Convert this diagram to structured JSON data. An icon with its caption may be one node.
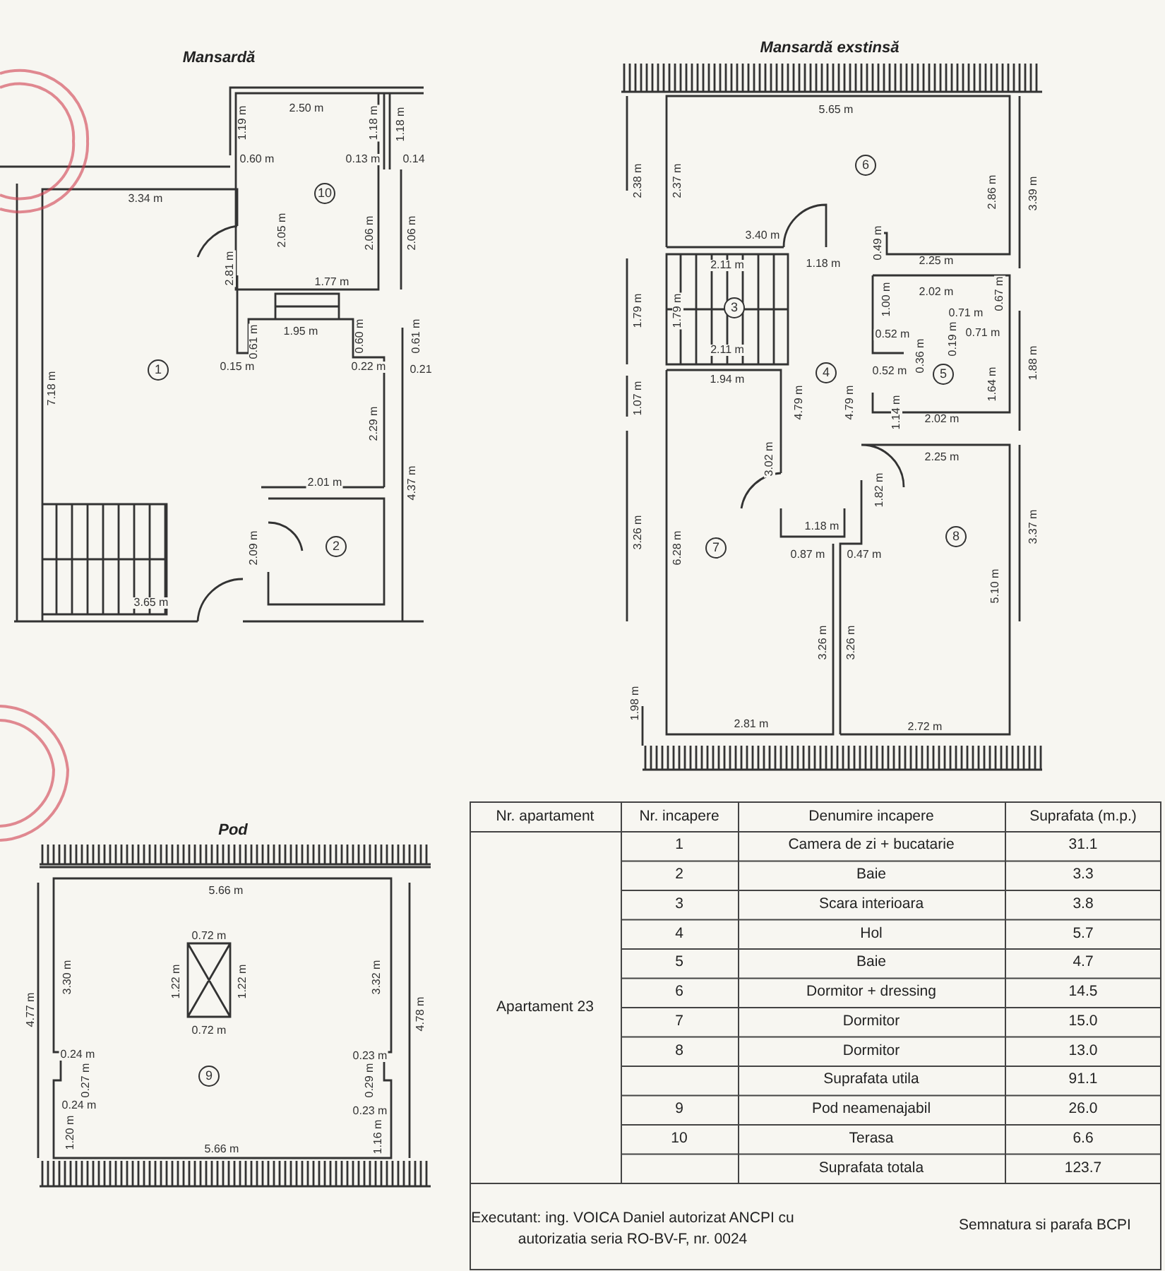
{
  "diagram": {
    "nodes": [
      {
        "text": [
          "Mansardă"
        ]
      },
      {
        "text": [
          "Mansardă exstinsă"
        ]
      },
      {
        "text": [
          "Pod"
        ]
      }
    ],
    "labels": [
      "2.50 m",
      "1.19 m",
      "1.18 m",
      "1.18 m",
      "0.60 m",
      "0.13 m",
      "0.14",
      "10",
      "3.34 m",
      "2.05 m",
      "2.06 m",
      "2.06 m",
      "2.81 m",
      "1.77 m",
      "1.95 m",
      "0.61 m",
      "0.60 m",
      "0.61 m",
      "1",
      "0.15 m",
      "0.22 m",
      "0.21",
      "7.18 m",
      "2.29 m",
      "2.01 m",
      "4.37 m",
      "2",
      "2.09 m",
      "3.65 m",
      "5.65 m",
      "6",
      "2.38 m",
      "2.37 m",
      "2.86 m",
      "3.39 m",
      "3.40 m",
      "0.49 m",
      "2.11 m",
      "1.18 m",
      "2.25 m",
      "1.00 m",
      "2.02 m",
      "0.67 m",
      "3",
      "1.79 m",
      "1.79 m",
      "0.71 m",
      "0.52 m",
      "0.19 m",
      "0.71 m",
      "2.11 m",
      "4",
      "0.52 m",
      "0.36 m",
      "5",
      "1.88 m",
      "1.94 m",
      "1.64 m",
      "1.07 m",
      "4.79 m",
      "4.79 m",
      "1.14 m",
      "2.02 m",
      "2.25 m",
      "3.02 m",
      "1.82 m",
      "1.18 m",
      "3.26 m",
      "3.37 m",
      "8",
      "6.28 m",
      "7",
      "0.87 m",
      "0.47 m",
      "5.10 m",
      "3.26 m",
      "3.26 m",
      "1.98 m",
      "2.81 m",
      "2.72 m",
      "5.66 m",
      "0.72 m",
      "3.30 m",
      "1.22 m",
      "1.22 m",
      "3.32 m",
      "4.77 m",
      "4.78 m",
      "0.72 m",
      "0.24 m",
      "0.23 m",
      "9",
      "0.27 m",
      "0.29 m",
      "0.24 m",
      "0.23 m",
      "1.20 m",
      "1.16 m",
      "5.66 m",
      "Nr. apartament",
      "Nr. incapere",
      "Denumire incapere",
      "Suprafata (m.p.)",
      "Apartament 23",
      "1",
      "Camera de zi + bucatarie",
      "31.1",
      "2",
      "Baie",
      "3.3",
      "3",
      "Scara interioara",
      "3.8",
      "4",
      "Hol",
      "5.7",
      "5",
      "Baie",
      "4.7",
      "6",
      "Dormitor + dressing",
      "14.5",
      "7",
      "Dormitor",
      "15.0",
      "8",
      "Dormitor",
      "13.0",
      "Suprafata utila",
      "91.1",
      "9",
      "Pod neamenajabil",
      "26.0",
      "10",
      "Terasa",
      "6.6",
      "Suprafata totala",
      "123.7",
      "Executant: ing. VOICA Daniel autorizat ANCPI cu autorizatia seria RO-BV-F, nr. 0024",
      "Semnatura si parafa BCPI"
    ]
  }
}
